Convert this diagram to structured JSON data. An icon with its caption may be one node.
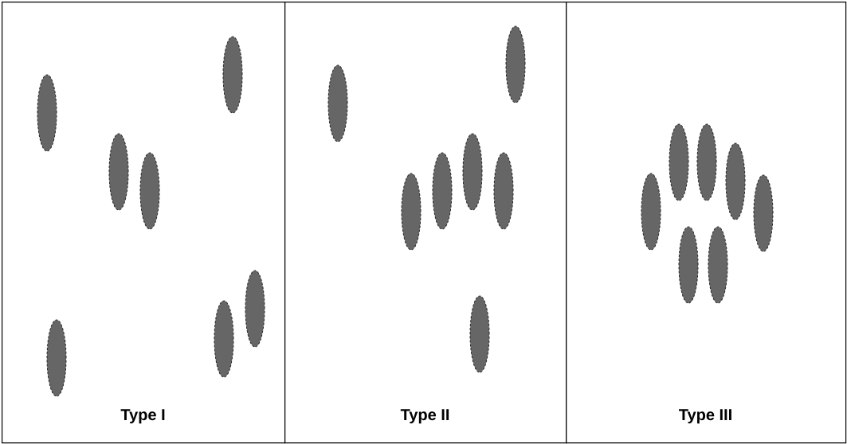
{
  "diagram": {
    "nodes": [
      {
        "text": [
          "Type I"
        ]
      },
      {
        "text": [
          "Type II"
        ]
      },
      {
        "text": [
          "Type III"
        ]
      }
    ]
  }
}
